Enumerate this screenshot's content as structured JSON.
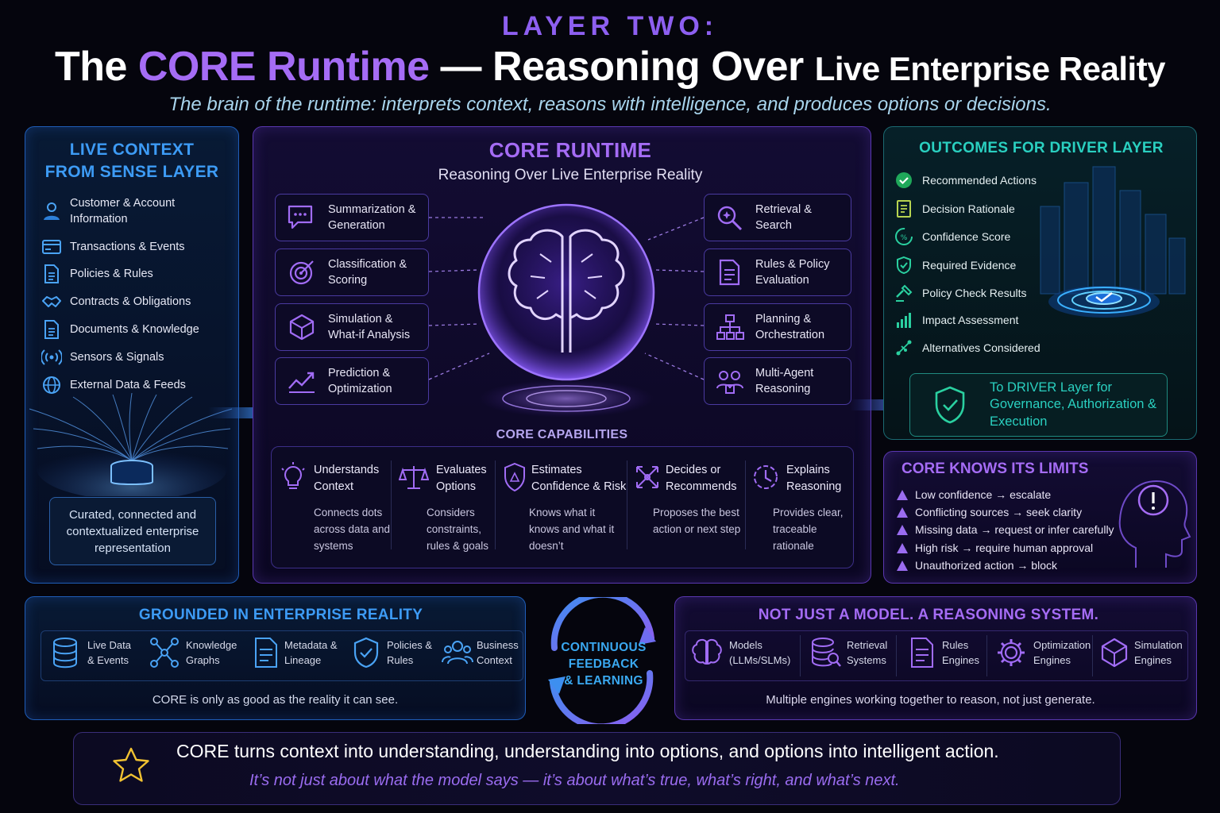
{
  "header": {
    "eyebrow": "LAYER TWO:",
    "title_part1": "The ",
    "title_highlight": "CORE Runtime",
    "title_part2": " — Reasoning Over ",
    "title_part3": "Live Enterprise Reality",
    "subtitle": "The brain of the runtime: interprets context, reasons with intelligence, and produces options or decisions."
  },
  "live_context": {
    "title_line1": "LIVE CONTEXT",
    "title_line2": "FROM SENSE LAYER",
    "items": [
      {
        "label": "Customer & Account Information",
        "icon": "user-icon"
      },
      {
        "label": "Transactions & Events",
        "icon": "card-icon"
      },
      {
        "label": "Policies & Rules",
        "icon": "document-icon"
      },
      {
        "label": "Contracts & Obligations",
        "icon": "handshake-icon"
      },
      {
        "label": "Documents & Knowledge",
        "icon": "document-icon"
      },
      {
        "label": "Sensors & Signals",
        "icon": "signal-icon"
      },
      {
        "label": "External Data & Feeds",
        "icon": "globe-icon"
      }
    ],
    "footer": "Curated, connected and contextualized enterprise representation"
  },
  "core_runtime": {
    "title": "CORE RUNTIME",
    "subtitle": "Reasoning Over Live Enterprise Reality",
    "left_cards": [
      {
        "label": "Summarization & Generation",
        "icon": "chat-icon"
      },
      {
        "label": "Classification & Scoring",
        "icon": "target-icon"
      },
      {
        "label": "Simulation & What-if Analysis",
        "icon": "cube-icon"
      },
      {
        "label": "Prediction & Optimization",
        "icon": "trend-icon"
      }
    ],
    "right_cards": [
      {
        "label": "Retrieval & Search",
        "icon": "search-icon"
      },
      {
        "label": "Rules & Policy Evaluation",
        "icon": "document-icon"
      },
      {
        "label": "Planning & Orchestration",
        "icon": "hierarchy-icon"
      },
      {
        "label": "Multi-Agent Reasoning",
        "icon": "agents-icon"
      }
    ],
    "capabilities_title": "CORE CAPABILITIES",
    "capabilities": [
      {
        "title": "Understands Context",
        "desc": "Connects dots across data and systems",
        "icon": "bulb-icon"
      },
      {
        "title": "Evaluates Options",
        "desc": "Considers constraints, rules & goals",
        "icon": "scale-icon"
      },
      {
        "title": "Estimates Confidence & Risk",
        "desc": "Knows what it knows and what it doesn’t",
        "icon": "shield-icon"
      },
      {
        "title": "Decides or Recommends",
        "desc": "Proposes the best action or next step",
        "icon": "arrows-icon"
      },
      {
        "title": "Explains Reasoning",
        "desc": "Provides clear, traceable rationale",
        "icon": "clock-icon"
      }
    ]
  },
  "outcomes": {
    "title": "OUTCOMES FOR DRIVER LAYER",
    "items": [
      {
        "label": "Recommended Actions",
        "icon": "check-circle-icon"
      },
      {
        "label": "Decision Rationale",
        "icon": "list-icon"
      },
      {
        "label": "Confidence Score",
        "icon": "percent-icon"
      },
      {
        "label": "Required Evidence",
        "icon": "shield-check-icon"
      },
      {
        "label": "Policy Check Results",
        "icon": "gavel-icon"
      },
      {
        "label": "Impact Assessment",
        "icon": "bars-icon"
      },
      {
        "label": "Alternatives Considered",
        "icon": "branch-icon"
      }
    ],
    "driver_text": "To DRIVER Layer for Governance, Authorization & Execution"
  },
  "limits": {
    "title": "CORE KNOWS ITS LIMITS",
    "items": [
      "Low confidence → escalate",
      "Conflicting sources → seek clarity",
      "Missing data → request or infer carefully",
      "High risk → require human approval",
      "Unauthorized action → block"
    ]
  },
  "grounded": {
    "title": "GROUNDED IN ENTERPRISE REALITY",
    "items": [
      {
        "label": "Live Data & Events",
        "icon": "database-icon"
      },
      {
        "label": "Knowledge Graphs",
        "icon": "graph-icon"
      },
      {
        "label": "Metadata & Lineage",
        "icon": "document-icon"
      },
      {
        "label": "Policies & Rules",
        "icon": "shield-check-icon"
      },
      {
        "label": "Business Context",
        "icon": "people-icon"
      }
    ],
    "footer": "CORE is only as good as the reality it can see."
  },
  "feedback": {
    "line1": "CONTINUOUS",
    "line2": "FEEDBACK",
    "line3": "& LEARNING"
  },
  "reasoning_system": {
    "title": "NOT JUST A MODEL. A REASONING SYSTEM.",
    "items": [
      {
        "label": "Models (LLMs/SLMs)",
        "icon": "brain-icon"
      },
      {
        "label": "Retrieval Systems",
        "icon": "database-search-icon"
      },
      {
        "label": "Rules Engines",
        "icon": "document-icon"
      },
      {
        "label": "Optimization Engines",
        "icon": "gear-icon"
      },
      {
        "label": "Simulation Engines",
        "icon": "cube-icon"
      }
    ],
    "footer": "Multiple engines working together to reason, not just generate."
  },
  "bottom": {
    "main": "CORE turns context into understanding, understanding into options, and options into intelligent action.",
    "sub": "It’s not just about what the model says — it’s about what’s true, what’s right, and what’s next."
  },
  "colors": {
    "purple_accent": "#8f5cf0",
    "blue_accent": "#3d8ff0",
    "teal_accent": "#2ad0c0",
    "star_gold": "#f1c232"
  }
}
